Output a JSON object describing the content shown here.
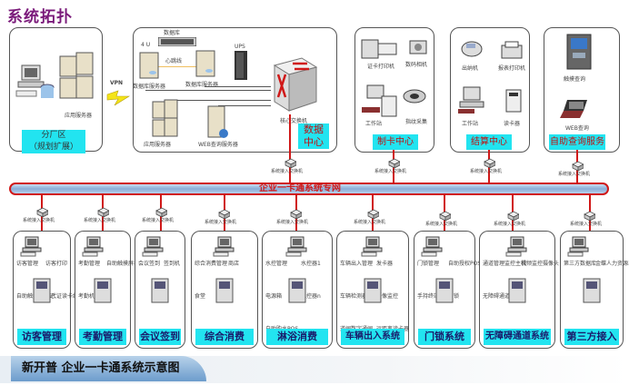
{
  "title": "系统拓扑",
  "top_sections": {
    "branch": {
      "label_line1": "分厂区",
      "label_line2": "（规划扩展）",
      "server_label": "应用服务器",
      "vpn_label": "VPN"
    },
    "datacenter": {
      "label_line1": "数据",
      "label_line2": "中心",
      "storage_label": "数据库",
      "rack_label": "4 U",
      "heartbeat_label": "心跳线",
      "db_server_1": "数据库服务器",
      "db_server_2": "数据库服务器",
      "ups_label": "UPS",
      "app_server_label": "应用服务器",
      "web_server_label": "WEB查询服务器",
      "core_switch_label": "核心交换机"
    },
    "card_center": {
      "label": "制卡中心",
      "items": [
        "证卡打印机",
        "数码相机",
        "工作站",
        "指纹采集"
      ]
    },
    "settlement": {
      "label": "结算中心",
      "items": [
        "出纳机",
        "报表打印机",
        "工作站",
        "读卡器"
      ]
    },
    "self_service": {
      "label": "自助查询服务",
      "items": [
        "触摸查询",
        "WEB查询"
      ]
    }
  },
  "bus": {
    "label": "企业一卡通系统专网",
    "switch_label": "系统接入交换机"
  },
  "bottom_sections": [
    {
      "label": "访客管理",
      "items": [
        "访客管理",
        "访客打印",
        "自助触摸屏登记",
        "二代证读卡终端"
      ]
    },
    {
      "label": "考勤管理",
      "items": [
        "考勤管理",
        "自助触摸屏考勤",
        "考勤机"
      ]
    },
    {
      "label": "会议签到",
      "items": [
        "会议签到",
        "签到机"
      ]
    },
    {
      "label": "综合消费",
      "items": [
        "综合消费管理",
        "商店",
        "食堂"
      ]
    },
    {
      "label": "淋浴消费",
      "items": [
        "水控管理",
        "水控器1",
        "电源箱",
        "水控器n",
        "自助购水POS"
      ]
    },
    {
      "label": "车辆出入系统",
      "items": [
        "车辆出入管理",
        "发卡器",
        "车辆检测器",
        "摄像监控",
        "道闸数字通闸",
        "远距离读卡器"
      ]
    },
    {
      "label": "门锁系统",
      "items": [
        "门锁管理",
        "自助授权POS",
        "手持终端",
        "门锁"
      ]
    },
    {
      "label": "无障碍通道系统",
      "items": [
        "通道管理监控主机",
        "视频监控摄像头",
        "无障碍通道系统"
      ]
    },
    {
      "label": "第三方接入",
      "items": [
        "第三方数据库",
        "金蝶人力资源系统"
      ]
    }
  ],
  "footer": {
    "caption": "新开普 企业一卡通系统示意图"
  }
}
